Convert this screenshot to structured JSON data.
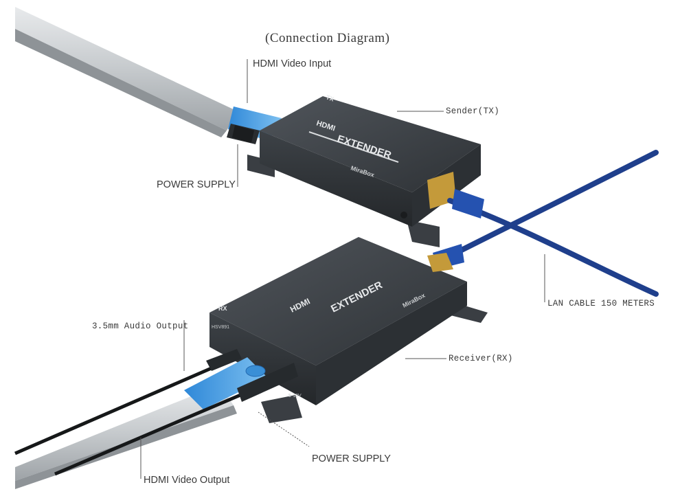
{
  "title": "(Connection Diagram)",
  "labels": {
    "hdmi_input": "HDMI Video Input",
    "sender": "Sender(TX)",
    "power_supply_top": "POWER SUPPLY",
    "lan_cable": "LAN CABLE 150 METERS",
    "audio_output": "3.5mm Audio Output",
    "receiver": "Receiver(RX)",
    "power_supply_bottom": "POWER SUPPLY",
    "hdmi_output": "HDMI Video Output"
  },
  "device_text": {
    "product_top": "HDMI",
    "product_bottom": "EXTENDER",
    "brand": "MiraBox",
    "tx_badge": "TX",
    "rx_badge": "RX",
    "model": "HSV891",
    "voltage": "5-12V"
  },
  "colors": {
    "device_body": "#3b3f44",
    "device_top": "#4a4f55",
    "lan_cable": "#1f3f8c",
    "hdmi_cable": "#c9cdd0",
    "hdmi_accent": "#3a8fd6",
    "label_text": "#3a3a3a"
  }
}
